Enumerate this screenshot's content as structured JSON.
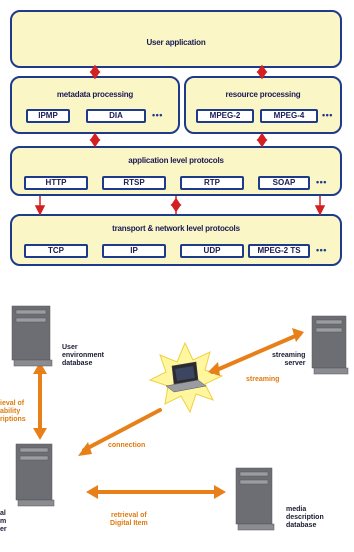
{
  "stack": {
    "user_application": "User application",
    "metadata": {
      "title": "metadata processing",
      "items": [
        "IPMP",
        "DIA"
      ],
      "more": "•••"
    },
    "resource": {
      "title": "resource processing",
      "items": [
        "MPEG-2",
        "MPEG-4"
      ],
      "more": "•••"
    },
    "application": {
      "title": "application level protocols",
      "items": [
        "HTTP",
        "RTSP",
        "RTP",
        "SOAP"
      ],
      "more": "•••"
    },
    "transport": {
      "title": "transport & network level protocols",
      "items": [
        "TCP",
        "IP",
        "UDP",
        "MPEG-2 TS"
      ],
      "more": "•••"
    }
  },
  "network": {
    "user_env_db": "User\nenvironment\ndatabase",
    "streaming_server": "streaming\nserver",
    "streaming": "streaming",
    "retrieval_capability": "ieval of\nability\nriptions",
    "connection": "connection",
    "retrieval_item": "retrieval of\nDigital Item",
    "media_desc_db": "media\ndescription\ndatabase",
    "left_server": "al\nm\ner"
  },
  "colors": {
    "layer_fill": "#fbf6c6",
    "layer_border": "#1e3a8a",
    "arrow_red": "#d42020",
    "arrow_orange": "#e8801a"
  }
}
